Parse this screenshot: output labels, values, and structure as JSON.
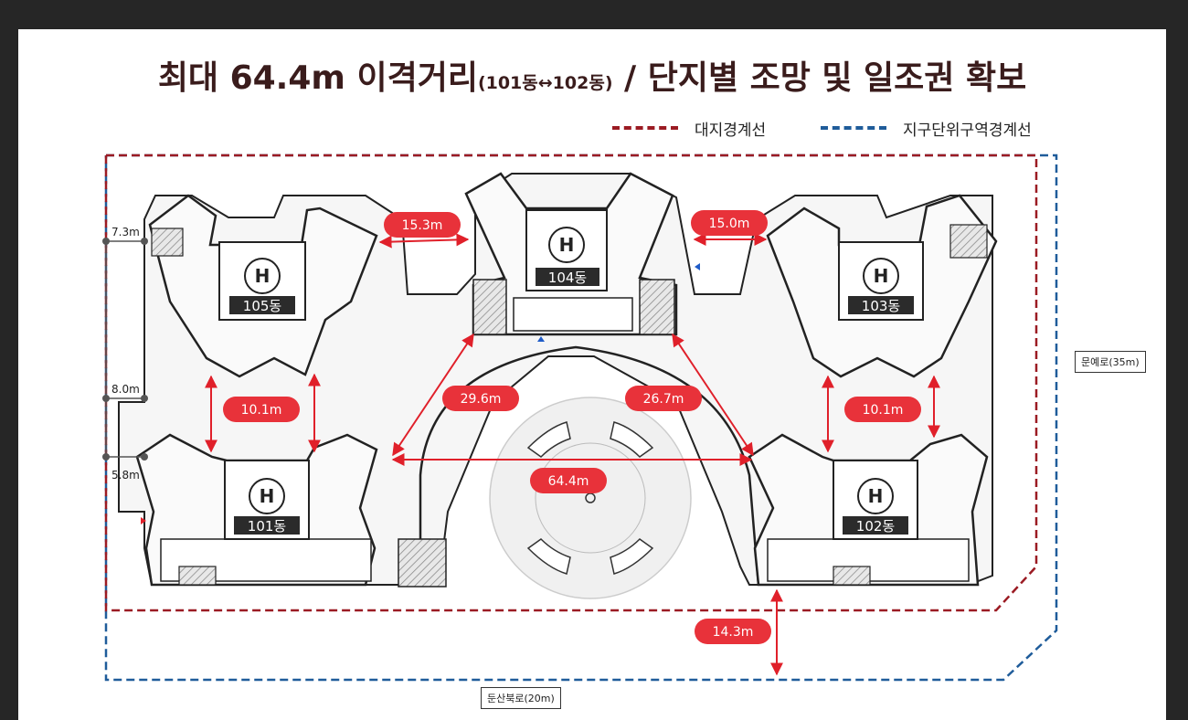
{
  "title": {
    "main_prefix": "최대 64.4m  이격거리",
    "sub": "(101동↔102동)",
    "main_suffix": " / 단지별 조망 및 일조권 확보"
  },
  "legend": [
    {
      "label": "대지경계선",
      "color": "#9b1b23"
    },
    {
      "label": "지구단위구역경계선",
      "color": "#1f5c9a"
    }
  ],
  "buildings": [
    "105동",
    "104동",
    "103동",
    "101동",
    "102동"
  ],
  "distances": [
    "15.3m",
    "15.0m",
    "10.1m",
    "10.1m",
    "29.6m",
    "26.7m",
    "64.4m",
    "14.3m"
  ],
  "side_dims": [
    "7.3m",
    "8.0m",
    "5.8m"
  ],
  "roads": {
    "east": "문예로(35m)",
    "south": "둔산북로(20m)"
  },
  "colors": {
    "pill": "#e8323a",
    "arrow": "#e0202a",
    "site_boundary": "#9b1b23",
    "district_boundary": "#1f5c9a",
    "heli_bg": "#2b2b2b"
  }
}
